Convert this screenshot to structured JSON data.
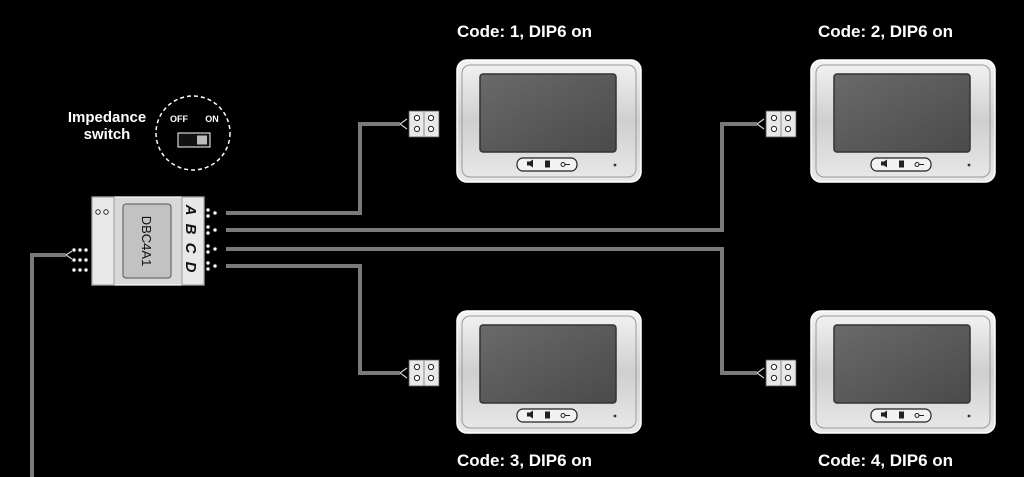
{
  "impedance_switch": {
    "title_line1": "Impedance",
    "title_line2": "switch",
    "off_label": "OFF",
    "on_label": "ON"
  },
  "distributor": {
    "model": "DBC4A1",
    "ports": [
      "A",
      "B",
      "C",
      "D"
    ]
  },
  "monitors": [
    {
      "label": "Code: 1, DIP6 on"
    },
    {
      "label": "Code: 2, DIP6 on"
    },
    {
      "label": "Code: 3, DIP6 on"
    },
    {
      "label": "Code: 4, DIP6 on"
    }
  ],
  "colors": {
    "background": "#000000",
    "wire": "#7a7a7a",
    "device_body": "#e2e2e2",
    "monitor_frame": "#cfcfcf",
    "screen": "#5a5a5a"
  }
}
